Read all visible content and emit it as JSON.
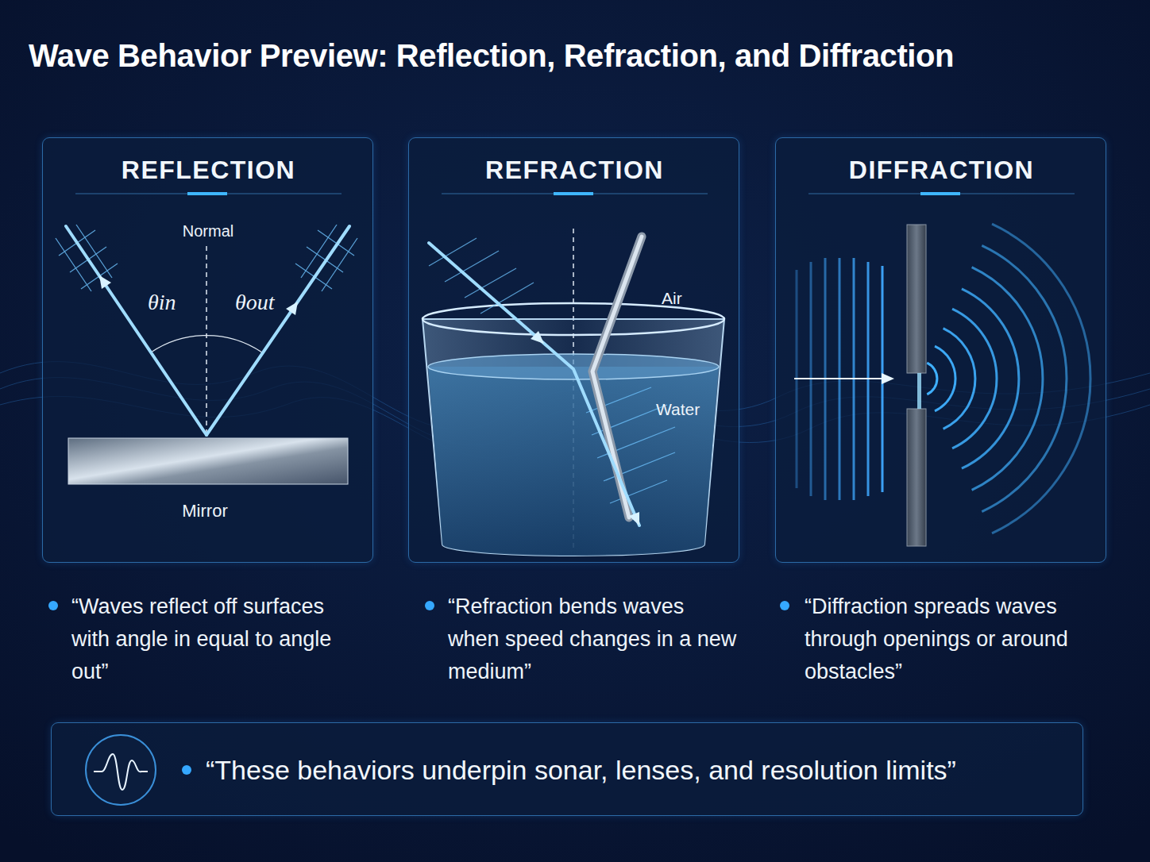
{
  "diagram": {
    "title": "Wave Behavior Preview: Reflection, Refraction, and Diffraction",
    "nodes": [
      {
        "text": [
          "REFLECTION"
        ]
      },
      {
        "text": [
          "REFRACTION"
        ]
      },
      {
        "text": [
          "DIFFRACTION"
        ]
      },
      {
        "text": [
          "“These behaviors underpin sonar, lenses, and resolution limits”"
        ]
      }
    ],
    "labels": [
      "Normal",
      "θin",
      "θout",
      "Mirror",
      "Air",
      "Water",
      "“Waves reflect off surfaces with angle in equal to angle out”",
      "“Refraction bends waves when speed changes in a new medium”",
      "“Diffraction spreads waves through openings or around obstacles”"
    ]
  }
}
